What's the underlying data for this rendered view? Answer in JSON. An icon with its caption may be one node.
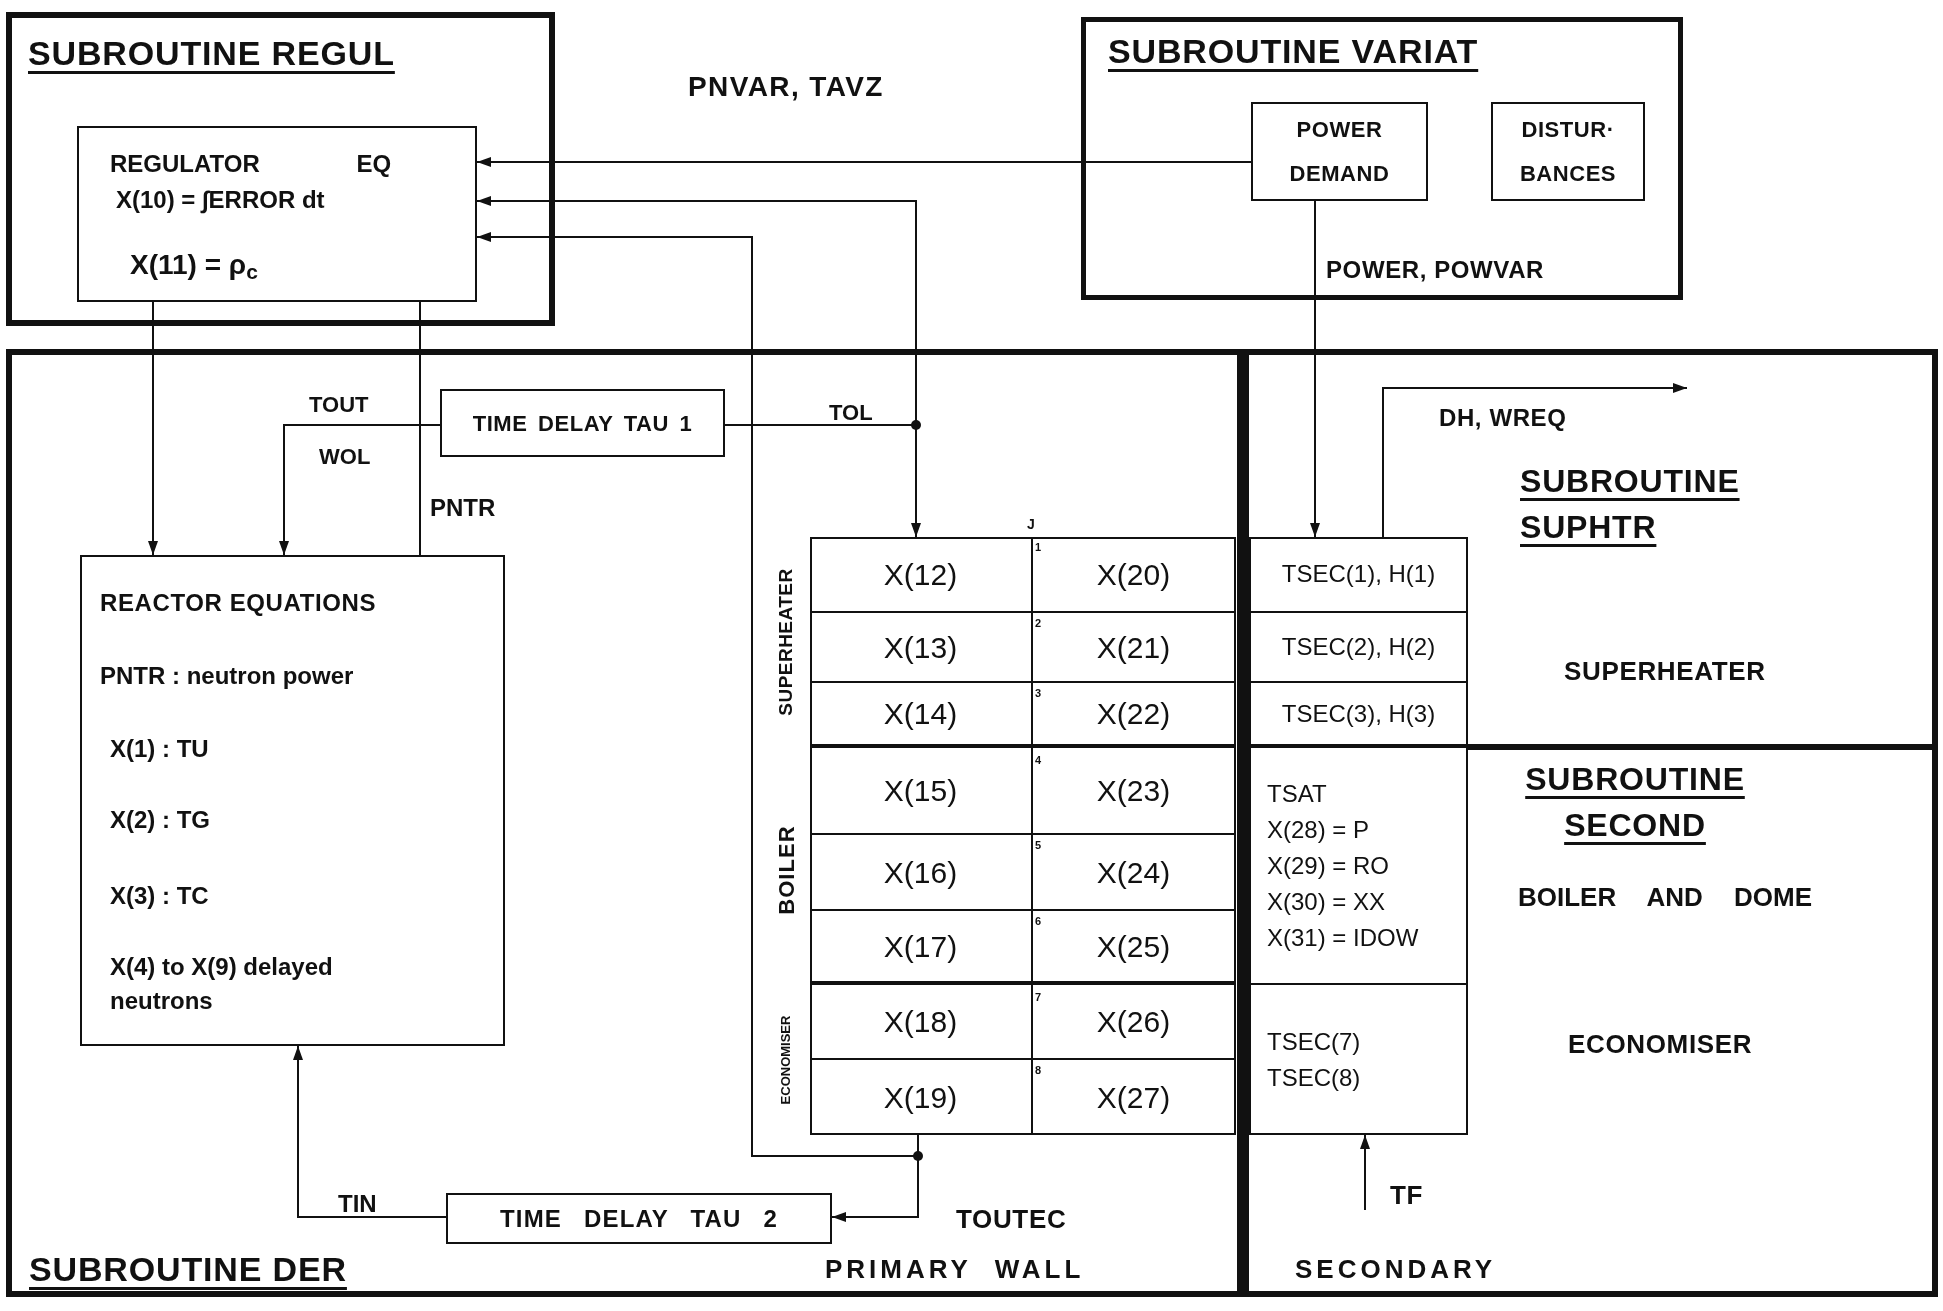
{
  "diagram": {
    "nodes": [
      {
        "text": [
          "SUBROUTINE REGUL"
        ]
      },
      {
        "text": [
          "REGULATOR EQ",
          "X(10) = ∫ERROR dt",
          "X(11) = ρ$_{c}$"
        ],
        "in": 0
      },
      {
        "text": [
          "SUBROUTINE VARIAT"
        ]
      },
      {
        "text": [
          "POWER DEMAND"
        ],
        "in": 2
      },
      {
        "text": [
          "DISTUR· BANCES"
        ],
        "in": 2
      },
      {
        "text": [
          "SUBROUTINE DER"
        ]
      },
      {
        "text": [
          "REACTOR EQUATIONS",
          "PNTR : neutron power",
          "X(1) : TU",
          "X(2) : TG",
          "X(3) : TC",
          "X(4) to X(9) delayed neutrons"
        ],
        "in": 5
      },
      {
        "text": [
          "TIME DELAY TAU 1"
        ],
        "in": 5
      },
      {
        "text": [
          "TIME DELAY TAU 2"
        ],
        "in": 5
      },
      {
        "text": [
          "X(12)",
          "X(20)",
          "X(13)",
          "X(21)",
          "X(14)",
          "X(22)",
          "X(15)",
          "X(23)",
          "X(16)",
          "X(24)",
          "X(17)",
          "X(25)",
          "X(18)",
          "X(26)",
          "X(19)",
          "X(27)"
        ],
        "in": 5
      },
      {
        "text": [
          "SUBROUTINE SUPHTR",
          "SUPERHEATER",
          "SUBROUTINE SECOND",
          "BOILER AND DOME",
          "ECONOMISER",
          "SECONDARY"
        ]
      },
      {
        "text": [
          "TSEC(1), H(1)",
          "TSEC(2), H(2)",
          "TSEC(3), H(3)",
          "TSAT",
          "X(28) = P",
          "X(29) = RO",
          "X(30) = XX",
          "X(31) = IDOW",
          "TSEC(7)",
          "TSEC(8)"
        ],
        "in": 10
      }
    ],
    "edges": [
      {
        "from": 3,
        "to": 1,
        "arrow": "to"
      },
      {
        "from": 7,
        "to": 1,
        "arrow": "to"
      },
      {
        "from": 7,
        "to": 9,
        "arrow": "to"
      },
      {
        "from": 9,
        "to": 8,
        "arrow": "to"
      },
      {
        "from": 9,
        "to": 1,
        "arrow": "to"
      },
      {
        "from": 6,
        "to": 1,
        "arrow": "none"
      },
      {
        "from": 1,
        "to": 6,
        "arrow": "to"
      },
      {
        "from": 7,
        "to": 6,
        "arrow": "to"
      },
      {
        "from": 8,
        "to": 6,
        "arrow": "to"
      },
      {
        "from": 3,
        "to": 11,
        "arrow": "to"
      },
      {
        "from": 11,
        "to": null,
        "arrow": "to"
      },
      {
        "from": null,
        "to": 11,
        "arrow": "to"
      }
    ],
    "labels": [
      "PNVAR, TAVZ",
      "POWER, POWVAR",
      "TOUT",
      "TOL",
      "WOL",
      "DH, WREQ",
      "J",
      "1",
      "2",
      "3",
      "4",
      "5",
      "6",
      "7",
      "8",
      "SUPERHEATER",
      "BOILER",
      "ECONOMISER",
      "PNTR",
      "TIN",
      "TOUTEC",
      "PRIMARY WALL",
      "TF"
    ]
  }
}
